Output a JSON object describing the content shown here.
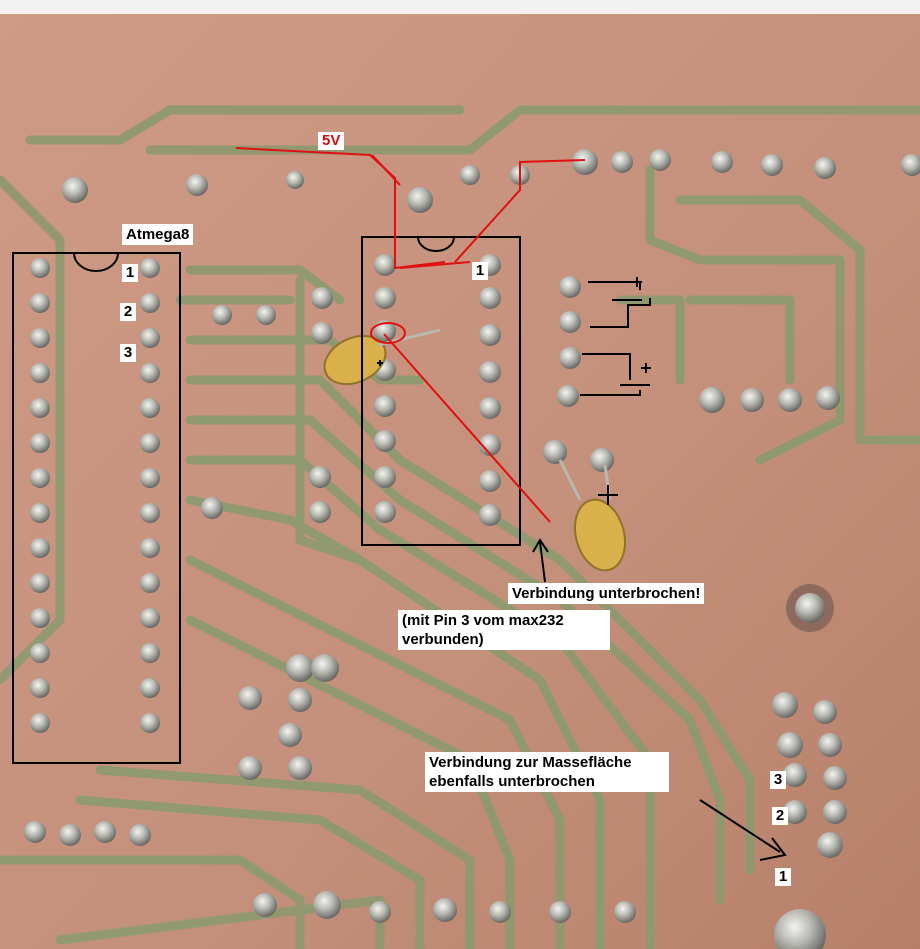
{
  "labels": {
    "atmega": "Atmega8",
    "five_volt": "5V",
    "chip1_pins": [
      "1",
      "2",
      "3"
    ],
    "chip2_pin1": "1",
    "broken": "Verbindung unterbrochen!",
    "broken_note_line1": "(mit Pin 3 vom max232",
    "broken_note_line2": "verbunden)",
    "ground_line1": "Verbindung zur Massefläche",
    "ground_line2": "ebenfalls unterbrochen",
    "connector_pins": [
      "3",
      "2",
      "1"
    ]
  },
  "colors": {
    "copper": "#c8907a",
    "trace": "#8c9a70",
    "solder": "#c8c8c8",
    "annotation_red": "#e01010",
    "annotation_black": "#000000",
    "capacitor": "#d9b04a"
  }
}
